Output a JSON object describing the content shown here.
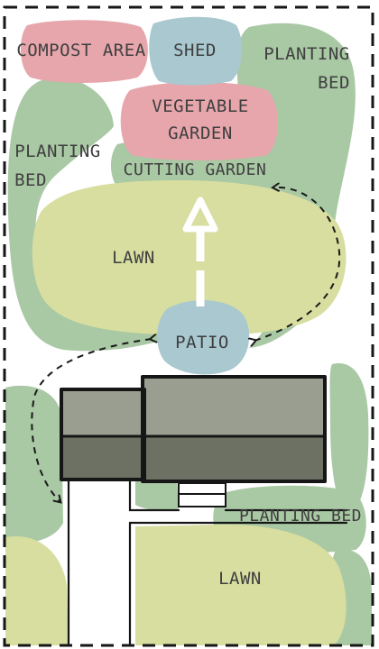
{
  "labels": {
    "compost": "COMPOST AREA",
    "shed": "SHED",
    "bed_top_right_1": "PLANTING",
    "bed_top_right_2": "BED",
    "bed_left_1": "PLANTING",
    "bed_left_2": "BED",
    "veg_1": "VEGETABLE",
    "veg_2": "GARDEN",
    "cutting": "CUTTING GARDEN",
    "lawn_top": "LAWN",
    "patio": "PATIO",
    "bed_bottom": "PLANTING BED",
    "lawn_bottom": "LAWN"
  },
  "colors": {
    "planting": "#a9c8a4",
    "lawn": "#d7dea0",
    "veg": "#e6a6ab",
    "shed": "#a9c8cf",
    "patio": "#a9c8cf",
    "house_light": "#9a9e90",
    "house_dark": "#6c7163",
    "outline": "#161616"
  }
}
